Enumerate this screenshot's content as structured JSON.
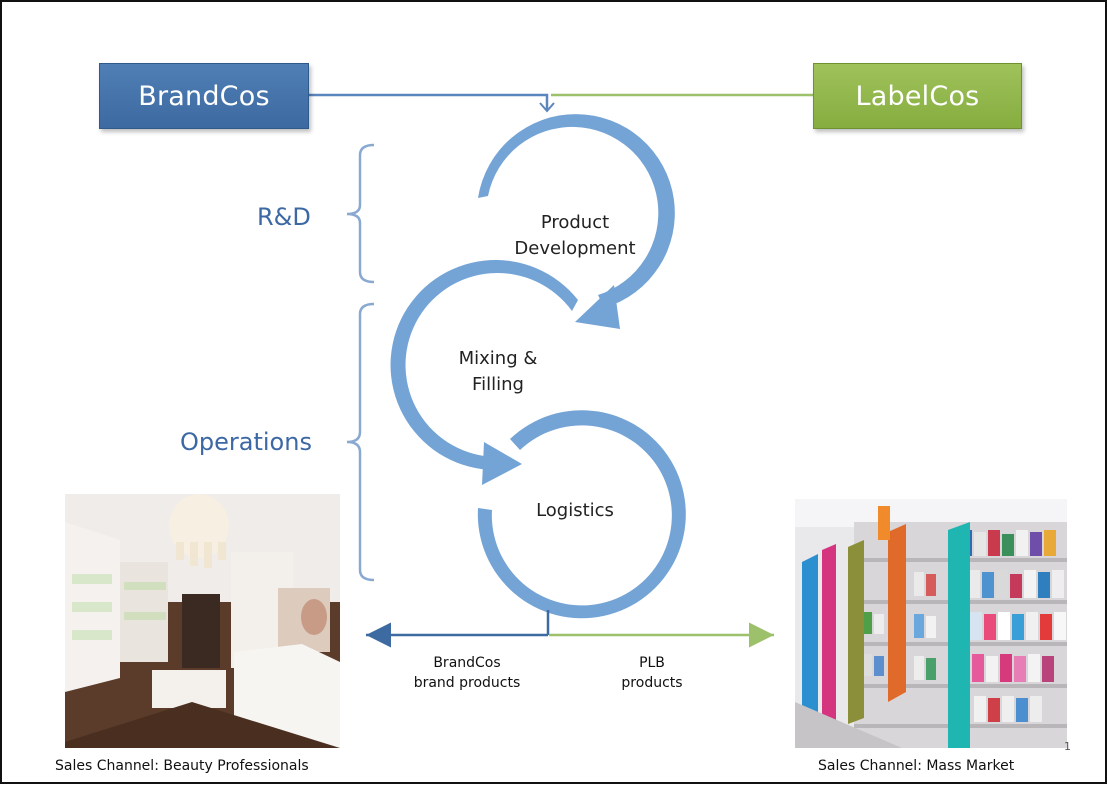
{
  "boxes": {
    "brandcos": "BrandCos",
    "labelcos": "LabelCos"
  },
  "sections": {
    "rnd": "R&D",
    "operations": "Operations"
  },
  "cycle": {
    "product_development": "Product\nDevelopment",
    "mixing_filling": "Mixing &\nFilling",
    "logistics": "Logistics"
  },
  "outputs": {
    "brandcos_products": "BrandCos\nbrand products",
    "plb_products": "PLB\nproducts"
  },
  "channels": {
    "left": "Sales Channel: Beauty Professionals",
    "right": "Sales Channel: Mass Market"
  },
  "page_number": "1",
  "colors": {
    "brandcos_blue": "#4a7ab3",
    "labelcos_green": "#93b851",
    "cycle_blue": "#74a4d6",
    "line_blue": "#5a85bd",
    "line_green": "#9dc06a"
  }
}
